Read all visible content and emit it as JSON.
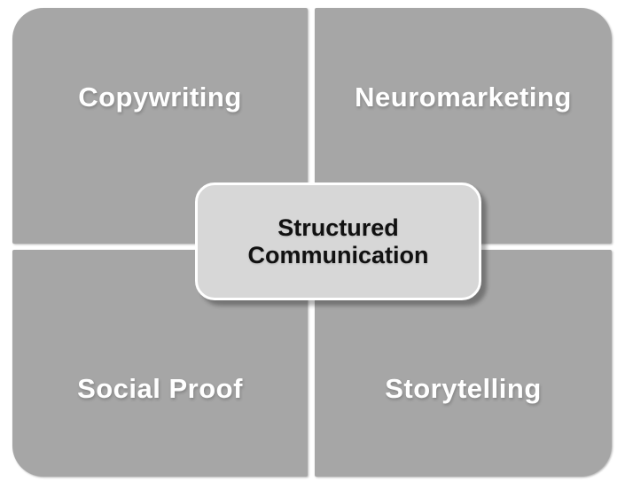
{
  "diagram": {
    "type": "quadrant-matrix",
    "quadrants": [
      {
        "id": "copywriting",
        "label": "Copywriting",
        "position": "top-left"
      },
      {
        "id": "neuromarketing",
        "label": "Neuromarketing",
        "position": "top-right"
      },
      {
        "id": "social-proof",
        "label": "Social Proof",
        "position": "bottom-left"
      },
      {
        "id": "storytelling",
        "label": "Storytelling",
        "position": "bottom-right"
      }
    ],
    "center": {
      "label": "Structured Communication",
      "lines": [
        "Structured",
        "Communication"
      ]
    }
  },
  "colors": {
    "background": "#ffffff",
    "quadrant_fill": "#a6a6a6",
    "quadrant_label": "#ffffff",
    "center_fill": "#d7d7d7",
    "center_border": "#ffffff",
    "center_text": "#111111"
  }
}
